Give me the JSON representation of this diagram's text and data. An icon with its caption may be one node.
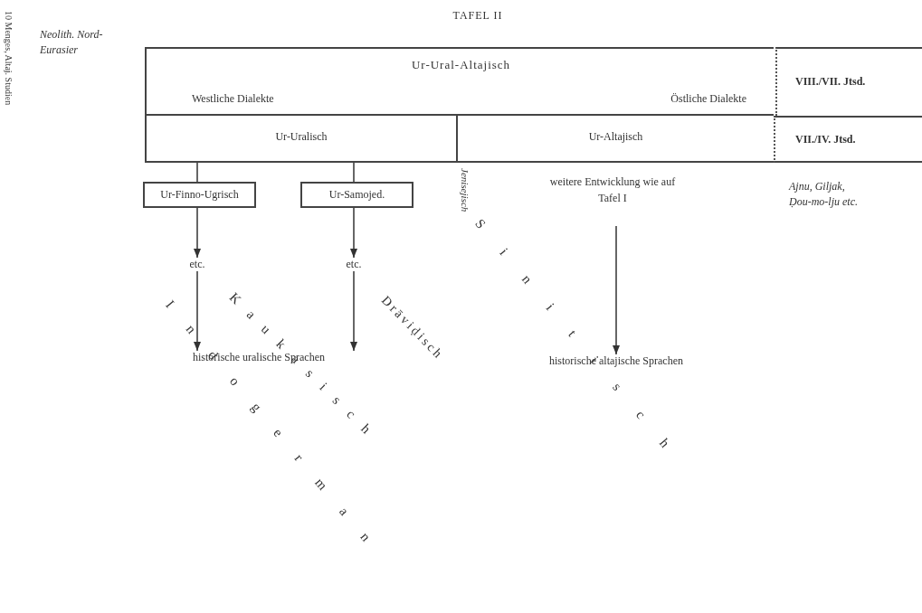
{
  "diagram": {
    "title": "TAFEL II",
    "nodes": [
      {
        "text": [
          "Ur-Ural-Altajisch",
          "Westliche Dialekte",
          "Östliche Dialekte"
        ]
      },
      {
        "text": [
          "Ur-Uralisch"
        ]
      },
      {
        "text": [
          "Ur-Altajisch"
        ]
      },
      {
        "text": [
          "Ur-Finno-Ugrisch"
        ]
      },
      {
        "text": [
          "Ur-Samojed."
        ]
      },
      {
        "text": [
          "etc."
        ]
      },
      {
        "text": [
          "etc."
        ]
      },
      {
        "text": [
          "historische uralische Sprachen"
        ]
      },
      {
        "text": [
          "weitere Entwicklung wie auf Tafel I"
        ]
      },
      {
        "text": [
          "historische altajische Sprachen"
        ]
      }
    ],
    "edges": [
      {
        "from": 1,
        "to": 3,
        "arrow": "none"
      },
      {
        "from": 1,
        "to": 4,
        "arrow": "none"
      },
      {
        "from": 3,
        "to": 5,
        "arrow": "to"
      },
      {
        "from": 4,
        "to": 6,
        "arrow": "to"
      },
      {
        "from": 5,
        "to": 7,
        "arrow": "to"
      },
      {
        "from": 6,
        "to": 7,
        "arrow": "to"
      },
      {
        "from": 8,
        "to": 9,
        "arrow": "to"
      }
    ],
    "labels": [
      "10 Menges, Altaj. Studien",
      "Neolith. Nord-Eurasier",
      "VIII./VII. Jtsd.",
      "VII./IV. Jtsd.",
      "Jenisejisch",
      "Ajnu, Giljak, Ḍou-mo-lju etc.",
      "Indogerman",
      "Kaukasisch",
      "Drāviḍisch",
      "Sinitisch"
    ]
  }
}
